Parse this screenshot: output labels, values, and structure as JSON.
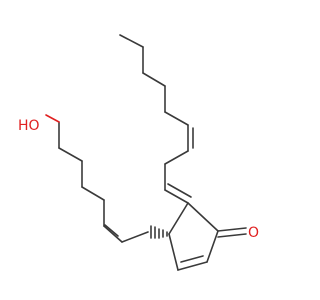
{
  "molecule": {
    "atoms": {
      "hydroxyl": "HO",
      "carbonyl_oxygen": "O"
    },
    "colors": {
      "bond": "#3a3a3a",
      "heteroatom": "#e02020",
      "background": "#ffffff"
    },
    "stereo": {
      "ring_substituent_bond": "hashed-wedge"
    }
  }
}
